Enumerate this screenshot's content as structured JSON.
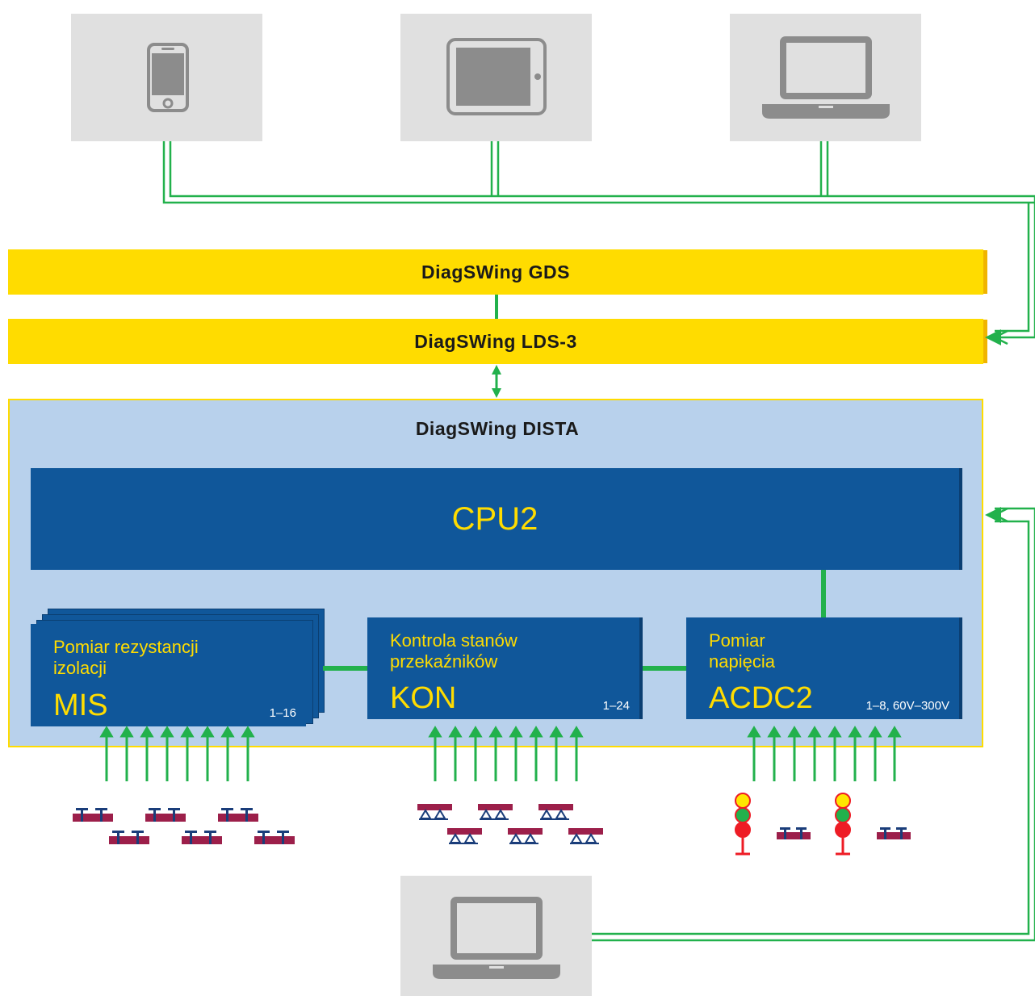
{
  "devices_top": [
    {
      "name": "phone",
      "icon": "smartphone-icon"
    },
    {
      "name": "tablet",
      "icon": "tablet-icon"
    },
    {
      "name": "laptop",
      "icon": "laptop-icon"
    }
  ],
  "device_bottom": {
    "icon": "laptop-icon"
  },
  "bars": {
    "gds": "DiagSWing GDS",
    "lds": "DiagSWing LDS-3"
  },
  "dista": {
    "title": "DiagSWing DISTA",
    "cpu": "CPU2",
    "modules": [
      {
        "desc_line1": "Pomiar rezystancji",
        "desc_line2": "izolacji",
        "code": "MIS",
        "range": "1–16"
      },
      {
        "desc_line1": "Kontrola stanów",
        "desc_line2": "przekaźników",
        "code": "KON",
        "range": "1–24"
      },
      {
        "desc_line1": "Pomiar",
        "desc_line2": "napięcia",
        "code": "ACDC2",
        "range": "1–8, 60V–300V"
      }
    ]
  },
  "colors": {
    "yellow": "#ffdc00",
    "blue": "#10579a",
    "light_blue": "#b8d1ec",
    "green": "#22b14c",
    "device_gray": "#e0e0e0",
    "icon_gray": "#8c8c8c",
    "rail_red": "#9c1f4a",
    "signal_red": "#ee1c25",
    "signal_green": "#22b14c",
    "signal_yellow": "#ffe600"
  }
}
